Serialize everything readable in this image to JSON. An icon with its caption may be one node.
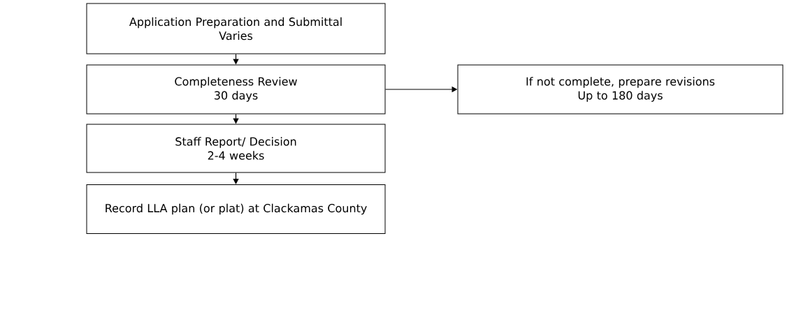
{
  "diagram": {
    "nodes": [
      {
        "text": [
          "Application Preparation and Submittal",
          "Varies"
        ]
      },
      {
        "text": [
          "Completeness Review",
          "30 days"
        ]
      },
      {
        "text": [
          "Staff Report/ Decision",
          "2-4 weeks"
        ]
      },
      {
        "text": [
          "Record LLA plan (or plat) at Clackamas County"
        ]
      },
      {
        "text": [
          "If not complete, prepare revisions",
          "Up to 180 days"
        ]
      }
    ],
    "edges": [
      {
        "from": 0,
        "to": 1,
        "arrow": "to"
      },
      {
        "from": 1,
        "to": 2,
        "arrow": "to"
      },
      {
        "from": 2,
        "to": 3,
        "arrow": "to"
      },
      {
        "from": 1,
        "to": 4,
        "arrow": "to"
      }
    ]
  }
}
